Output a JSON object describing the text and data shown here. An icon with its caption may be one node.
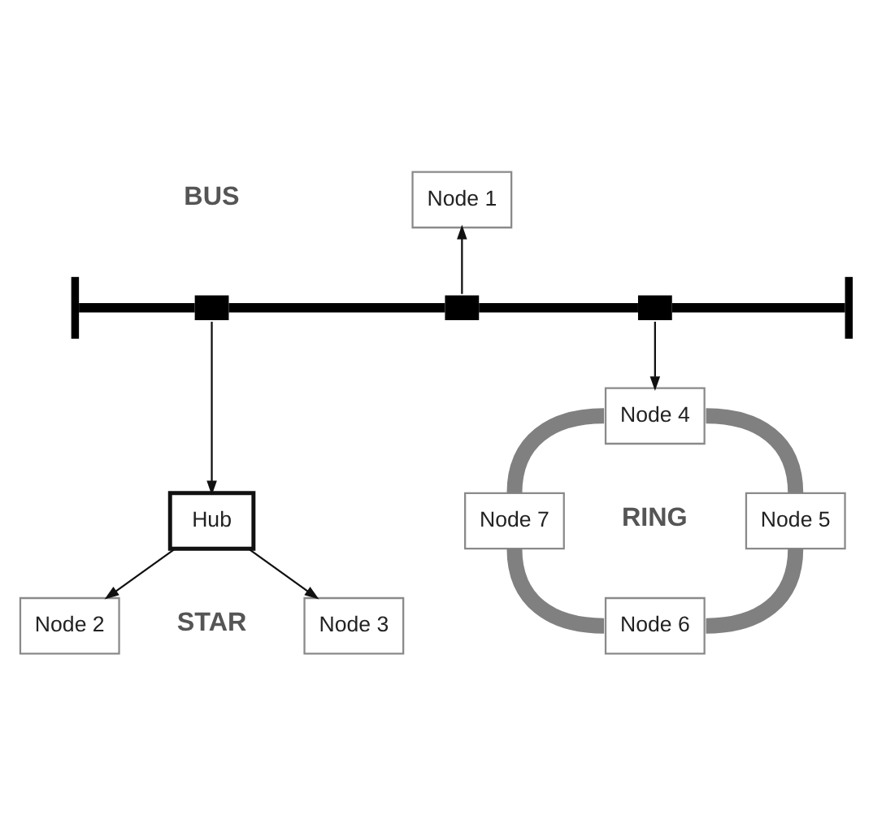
{
  "diagram": {
    "nodes": [
      {
        "text": [
          "Node 1"
        ]
      },
      {
        "text": [],
        "shape": "bar"
      },
      {
        "text": [
          "Node 4"
        ]
      },
      {
        "text": [
          "Hub"
        ]
      },
      {
        "text": [
          "Node 7"
        ]
      },
      {
        "text": [
          "Node 5"
        ]
      },
      {
        "text": [
          "Node 2"
        ]
      },
      {
        "text": [
          "Node 3"
        ]
      },
      {
        "text": [
          "Node 6"
        ]
      }
    ],
    "edges": [
      {
        "from": 1,
        "to": 3,
        "arrow": "to"
      },
      {
        "from": 1,
        "to": 0,
        "arrow": "to"
      },
      {
        "from": 1,
        "to": 2,
        "arrow": "to"
      },
      {
        "from": 3,
        "to": 6,
        "arrow": "to"
      },
      {
        "from": 3,
        "to": 7,
        "arrow": "to"
      },
      {
        "from": 2,
        "to": 5,
        "arrow": "none",
        "style": "thick",
        "color": "#808080"
      },
      {
        "from": 5,
        "to": 8,
        "arrow": "none",
        "style": "thick",
        "color": "#808080"
      },
      {
        "from": 4,
        "to": 8,
        "arrow": "none",
        "style": "thick",
        "color": "#808080"
      },
      {
        "from": 2,
        "to": 4,
        "arrow": "none",
        "style": "thick",
        "color": "#808080"
      }
    ],
    "labels": [
      "BUS",
      "STAR",
      "RING"
    ]
  }
}
